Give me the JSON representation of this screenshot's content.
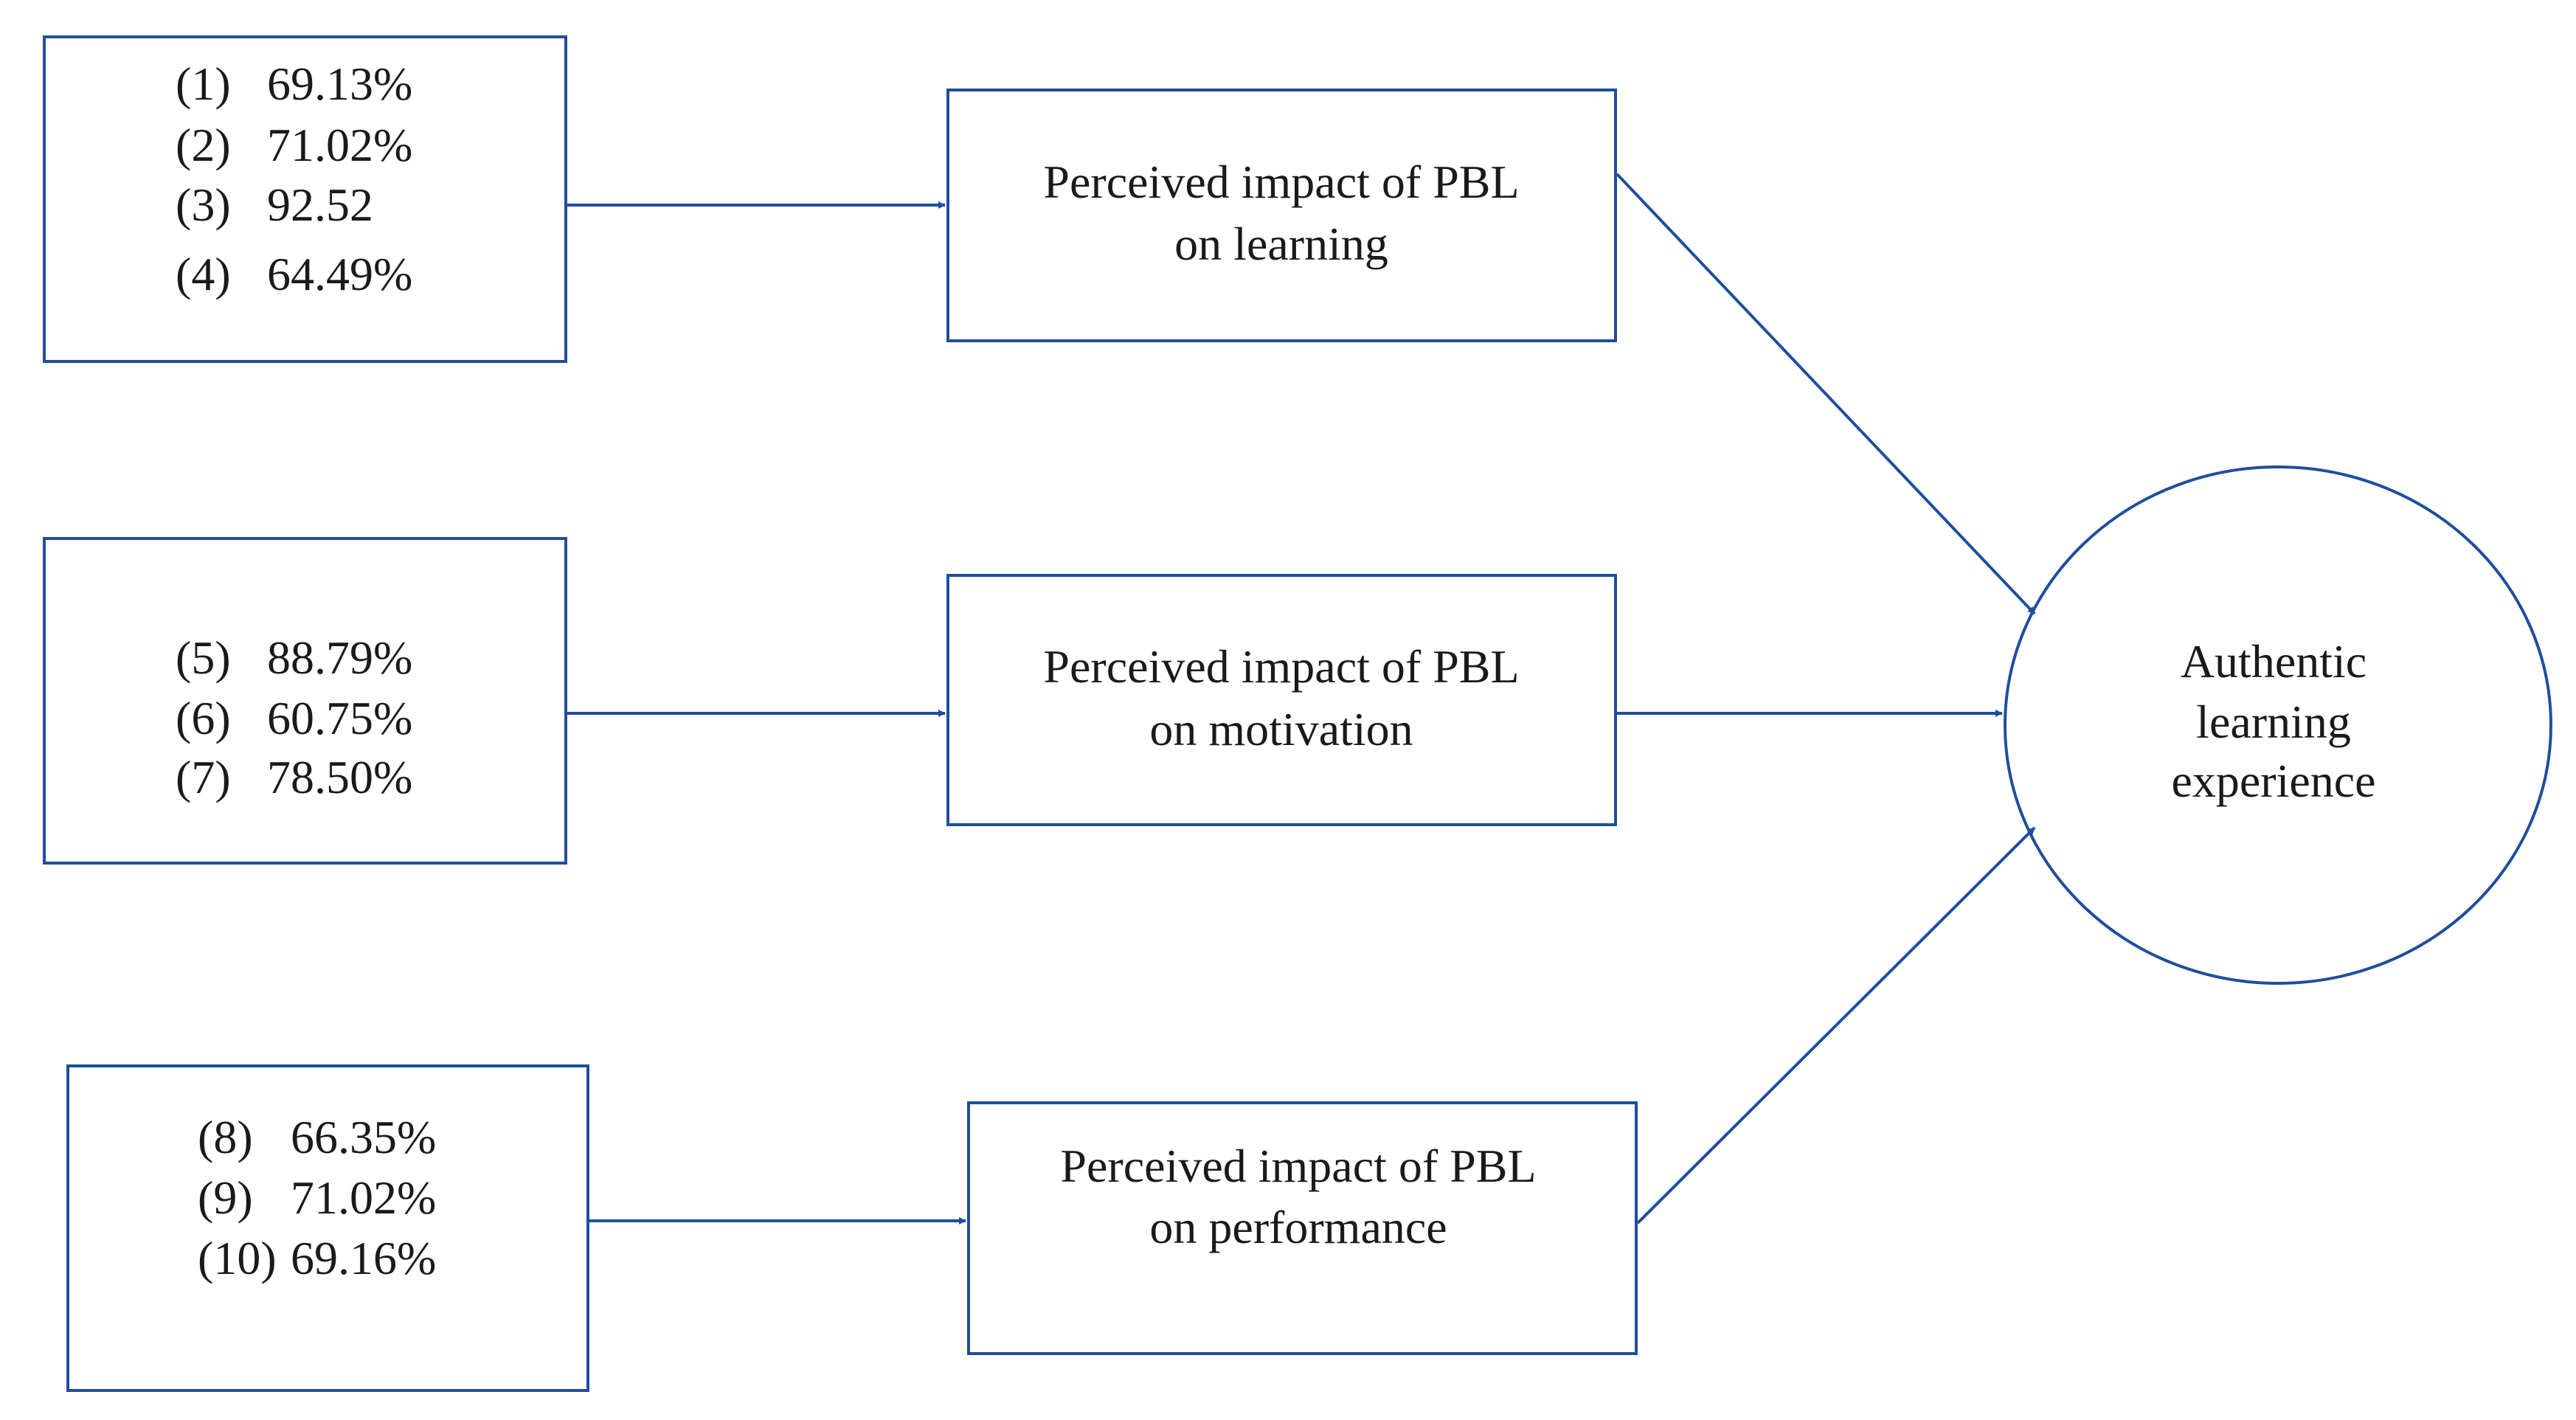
{
  "colors": {
    "box_stroke": "#1f4e9c",
    "arrow": "#1f4e9c",
    "text": "#1a1a1a",
    "background": "#ffffff"
  },
  "indicator_groups": [
    {
      "items": [
        {
          "num": "(1)",
          "value": "69.13%"
        },
        {
          "num": "(2)",
          "value": "71.02%"
        },
        {
          "num": "(3)",
          "value": "92.52"
        },
        {
          "num": "(4)",
          "value": "64.49%"
        }
      ]
    },
    {
      "items": [
        {
          "num": "(5)",
          "value": "88.79%"
        },
        {
          "num": "(6)",
          "value": "60.75%"
        },
        {
          "num": "(7)",
          "value": "78.50%"
        }
      ]
    },
    {
      "items": [
        {
          "num": "(8)",
          "value": "66.35%"
        },
        {
          "num": "(9)",
          "value": "71.02%"
        },
        {
          "num": "(10)",
          "value": "69.16%"
        }
      ]
    }
  ],
  "constructs": [
    {
      "line1": "Perceived impact of PBL",
      "line2": "on learning"
    },
    {
      "line1": "Perceived impact of PBL",
      "line2": "on motivation"
    },
    {
      "line1": "Perceived impact of PBL",
      "line2": "on performance"
    }
  ],
  "outcome": {
    "line1": "Authentic",
    "line2": "learning",
    "line3": "experience"
  }
}
